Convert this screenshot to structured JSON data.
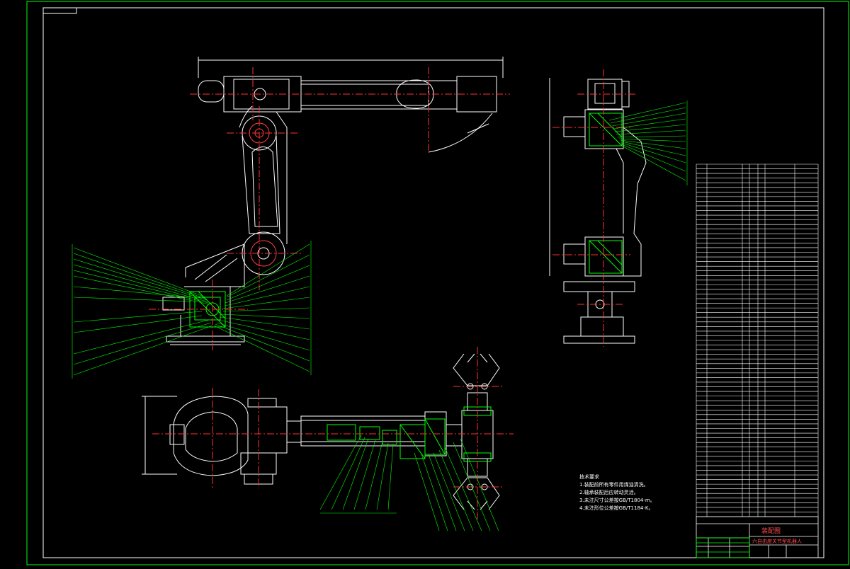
{
  "drawing": {
    "technical_notes_title": "技术要求",
    "technical_notes": [
      "1.装配前所有零件用煤油清洗。",
      "2.轴承装配后应转动灵活。",
      "3.未注尺寸公差按GB/T1804-m。",
      "4.未注形位公差按GB/T1184-K。"
    ],
    "title_block": {
      "drawing_name": "装配图",
      "project_name": "六自由度关节型机器人"
    },
    "colors": {
      "outline": "#ffffff",
      "centerline": "#ff3030",
      "leader": "#00ff00",
      "section": "#00ff00"
    }
  }
}
